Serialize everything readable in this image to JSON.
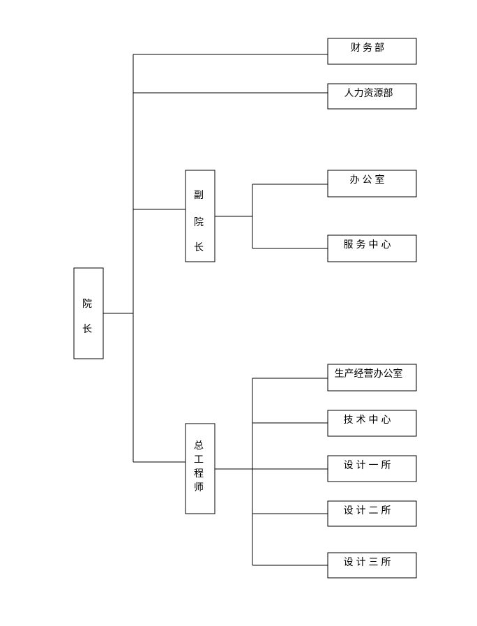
{
  "org_chart": {
    "root": {
      "id": "president",
      "label": "院长",
      "children": [
        {
          "id": "finance",
          "label": "财务部"
        },
        {
          "id": "hr",
          "label": "人力资源部"
        },
        {
          "id": "vice-president",
          "label": "副院长",
          "children": [
            {
              "id": "office",
              "label": "办公室"
            },
            {
              "id": "service-center",
              "label": "服务中心"
            }
          ]
        },
        {
          "id": "chief-engineer",
          "label": "总工程师",
          "children": [
            {
              "id": "production-office",
              "label": "生产经营办公室"
            },
            {
              "id": "tech-center",
              "label": "技术中心"
            },
            {
              "id": "design-1",
              "label": "设计一所"
            },
            {
              "id": "design-2",
              "label": "设计二所"
            },
            {
              "id": "design-3",
              "label": "设计三所"
            }
          ]
        }
      ]
    }
  }
}
